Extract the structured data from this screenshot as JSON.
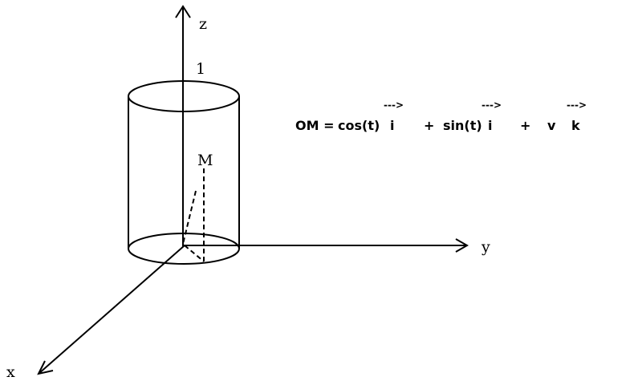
{
  "axes": {
    "z_label": "z",
    "y_label": "y",
    "x_label": "x"
  },
  "height_label": "1",
  "point_label": "M",
  "formula": {
    "lhs": "OM =",
    "term1": "cos(t)",
    "vec1": "i",
    "op1": "+",
    "term2": "sin(t)",
    "vec2": "i",
    "op2": "+",
    "term3": "v",
    "vec3": "k",
    "vector_arrow": "--->"
  }
}
